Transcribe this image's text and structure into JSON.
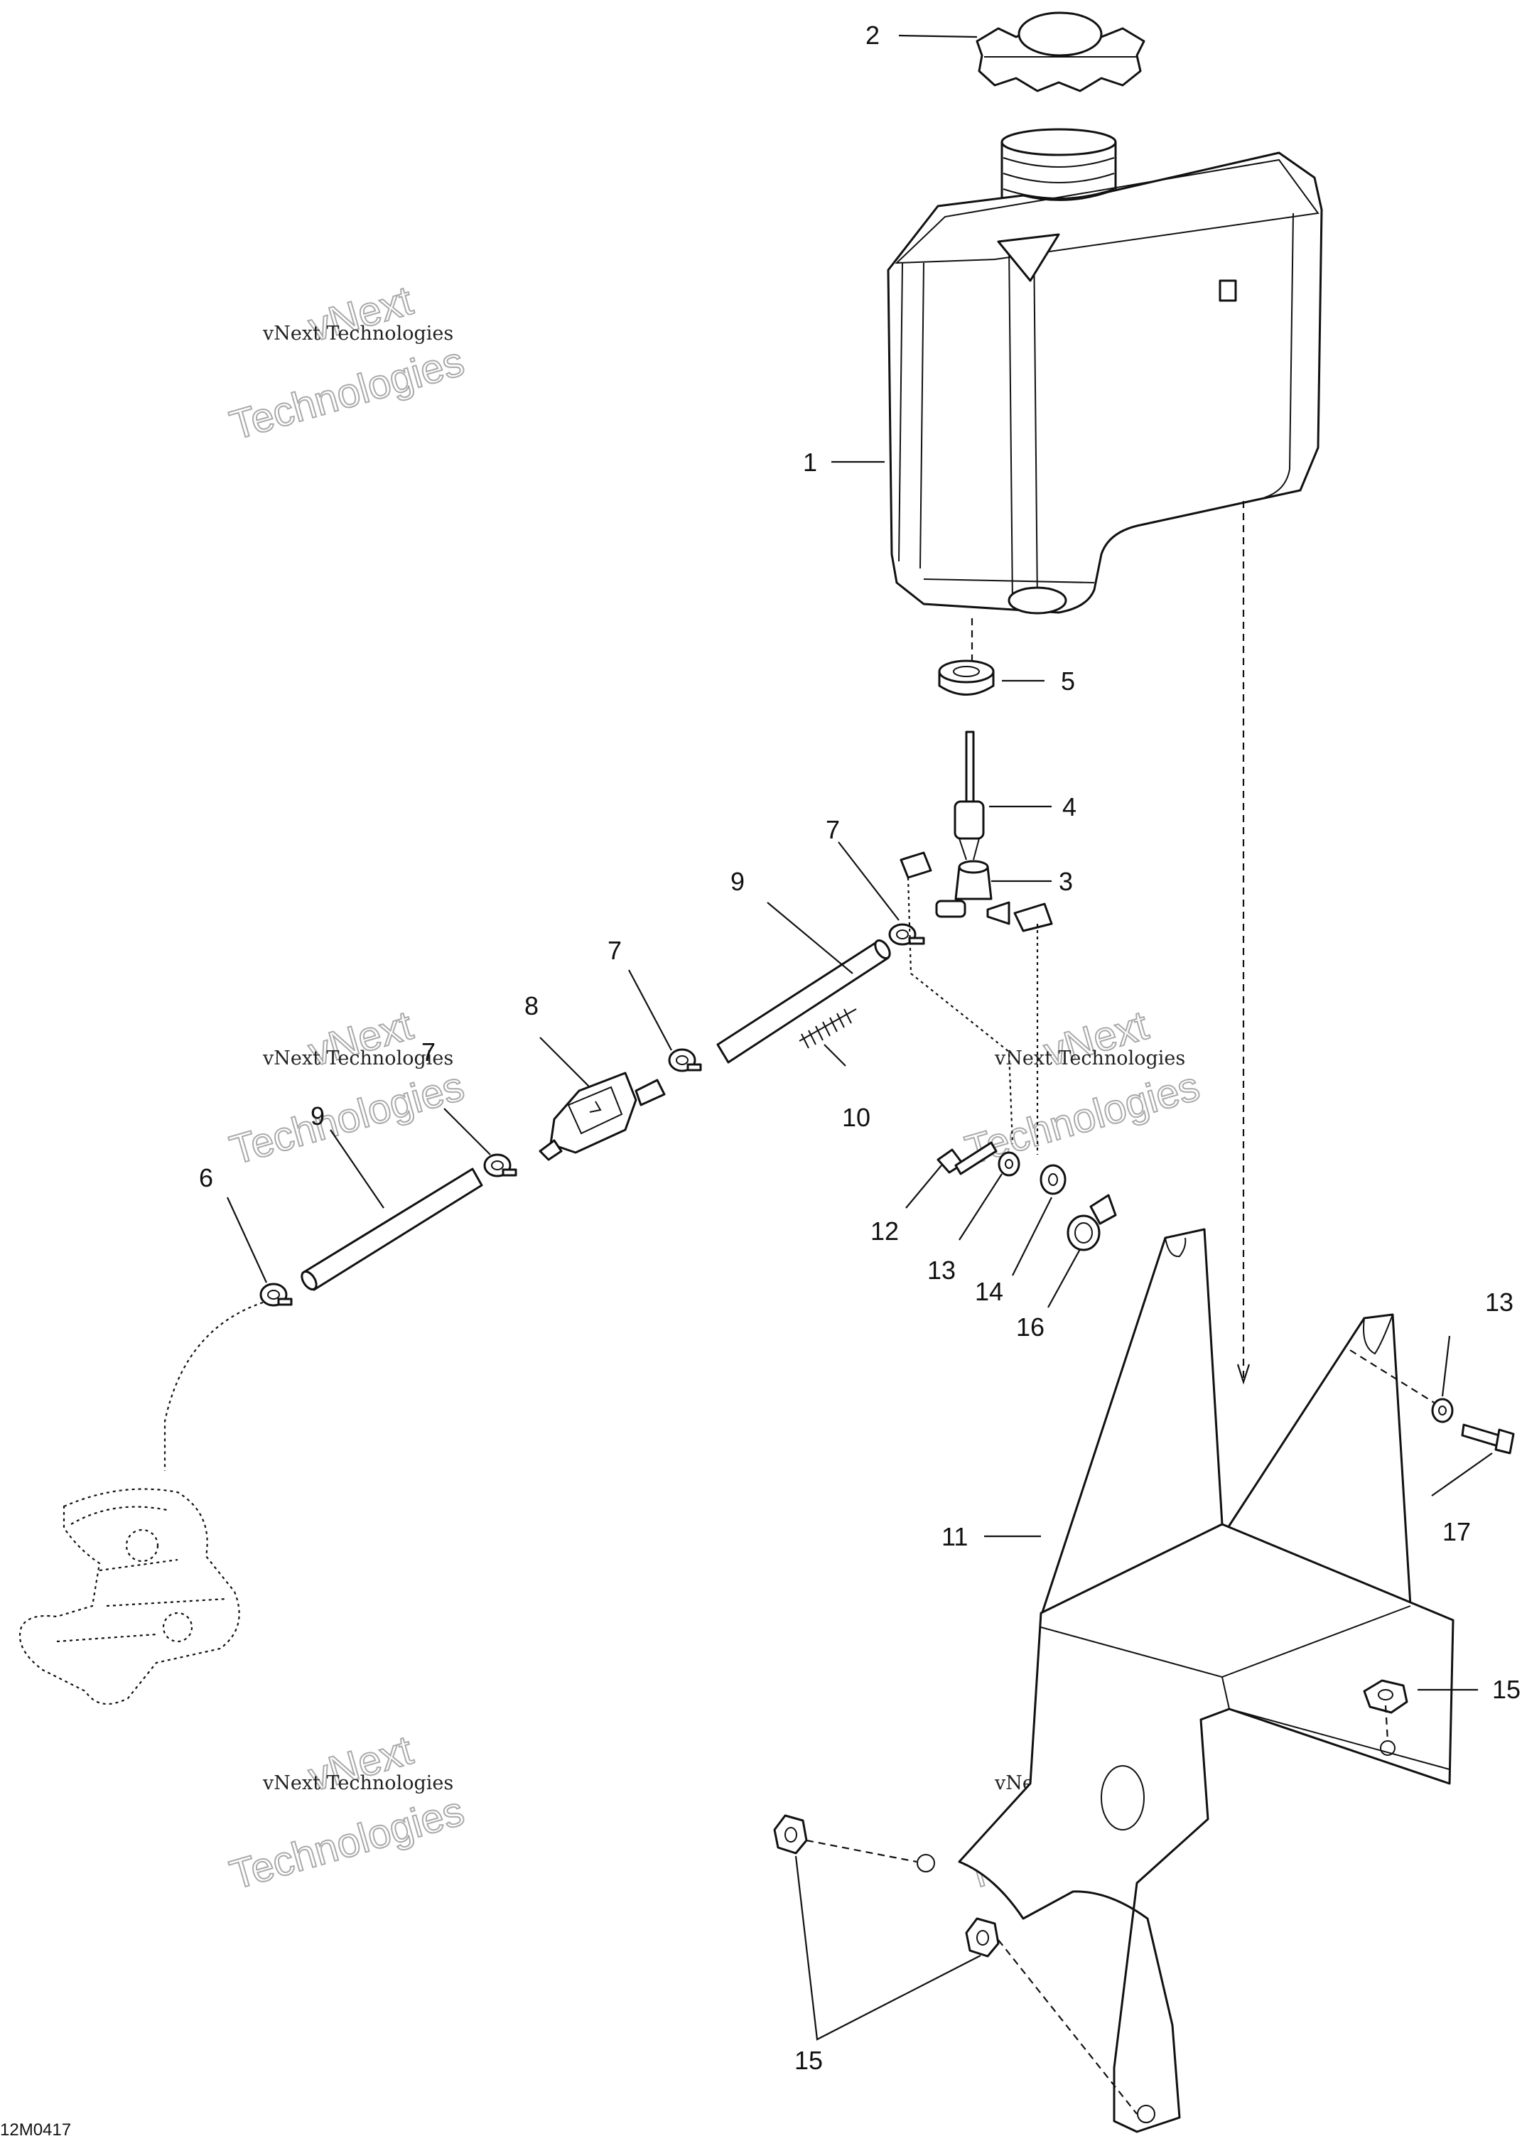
{
  "reference_code": "12M0417",
  "watermark": {
    "line1": "vNext Technologies",
    "line2": "vNext",
    "line3": "Technologies"
  },
  "callouts": {
    "c1": "1",
    "c2": "2",
    "c3": "3",
    "c4": "4",
    "c5": "5",
    "c6": "6",
    "c7a": "7",
    "c7b": "7",
    "c7c": "7",
    "c8": "8",
    "c9a": "9",
    "c9b": "9",
    "c10": "10",
    "c11": "11",
    "c12": "12",
    "c13a": "13",
    "c13b": "13",
    "c14": "14",
    "c15a": "15",
    "c15b": "15",
    "c16": "16",
    "c17": "17"
  }
}
